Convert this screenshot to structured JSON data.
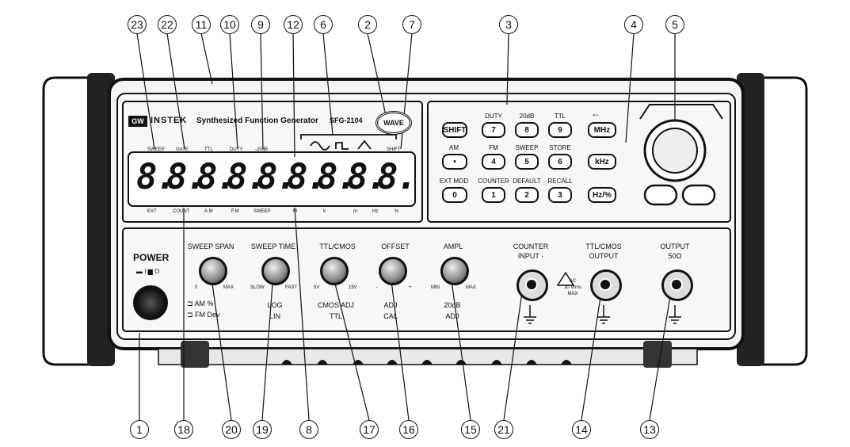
{
  "brand": {
    "logo": "GW",
    "name": "INSTEK",
    "title": "Synthesized Function Generator",
    "model": "SFG-2104"
  },
  "wave_button": "WAVE",
  "display": {
    "digits": [
      "8.",
      "8.",
      "8.",
      "8.",
      "8.",
      "8.",
      "8.",
      "8.",
      "8."
    ],
    "top_indicators": [
      "SWEEP",
      "GATE",
      "TTL",
      "DUTY",
      "-20dB",
      "SHIFT"
    ],
    "bottom_units": [
      "EXT",
      "COUNT",
      "A.M",
      "F.M",
      "SWEEP",
      "M",
      "k",
      "m",
      "Hz",
      "%"
    ]
  },
  "keypad": {
    "rows": [
      {
        "top": [
          "",
          "DUTY",
          "20dB",
          "TTL"
        ],
        "keys": [
          "SHIFT",
          "7",
          "8",
          "9"
        ],
        "unit": "MHz"
      },
      {
        "top": [
          "AM",
          "FM",
          "SWEEP",
          "STORE"
        ],
        "keys": [
          "•",
          "4",
          "5",
          "6"
        ],
        "unit": "kHz"
      },
      {
        "top": [
          "EXT MOD",
          "COUNTER",
          "DEFAULT",
          "RECALL"
        ],
        "keys": [
          "0",
          "1",
          "2",
          "3"
        ],
        "unit": "Hz/%"
      }
    ],
    "back_arrow": "←"
  },
  "power": {
    "label": "POWER",
    "symbols": "▬ I  ▆ O"
  },
  "knobs": [
    {
      "label": "SWEEP SPAN",
      "min": "0",
      "max": "MAX",
      "sub1": "",
      "sub2": ""
    },
    {
      "label": "SWEEP TIME",
      "min": "SLOW",
      "max": "FAST",
      "sub1": "LOG",
      "sub2": "LIN"
    },
    {
      "label": "TTL/CMOS",
      "min": "5V",
      "max": "15V",
      "sub1": "CMOS ADJ",
      "sub2": "TTL"
    },
    {
      "label": "OFFSET",
      "min": "−",
      "max": "+",
      "sub1": "ADJ",
      "sub2": "CAL"
    },
    {
      "label": "AMPL",
      "min": "MIN",
      "max": "MAX",
      "sub1": "20dB",
      "sub2": "ADJ"
    }
  ],
  "mode_labels": {
    "am": "AM %",
    "fm": "FM Dev"
  },
  "outputs": [
    {
      "label1": "COUNTER",
      "label2": "INPUT ·"
    },
    {
      "label1": "TTL/CMOS",
      "label2": "OUTPUT"
    },
    {
      "label1": "OUTPUT",
      "label2": "50Ω"
    }
  ],
  "warning": {
    "line1": "AC",
    "line2": "30 Vrms",
    "line3": "MAX"
  },
  "callouts_top": [
    "23",
    "22",
    "11",
    "10",
    "9",
    "12",
    "6",
    "2",
    "7",
    "3",
    "4",
    "5"
  ],
  "callouts_bottom": [
    "1",
    "18",
    "20",
    "19",
    "8",
    "17",
    "16",
    "15",
    "21",
    "14",
    "13"
  ]
}
